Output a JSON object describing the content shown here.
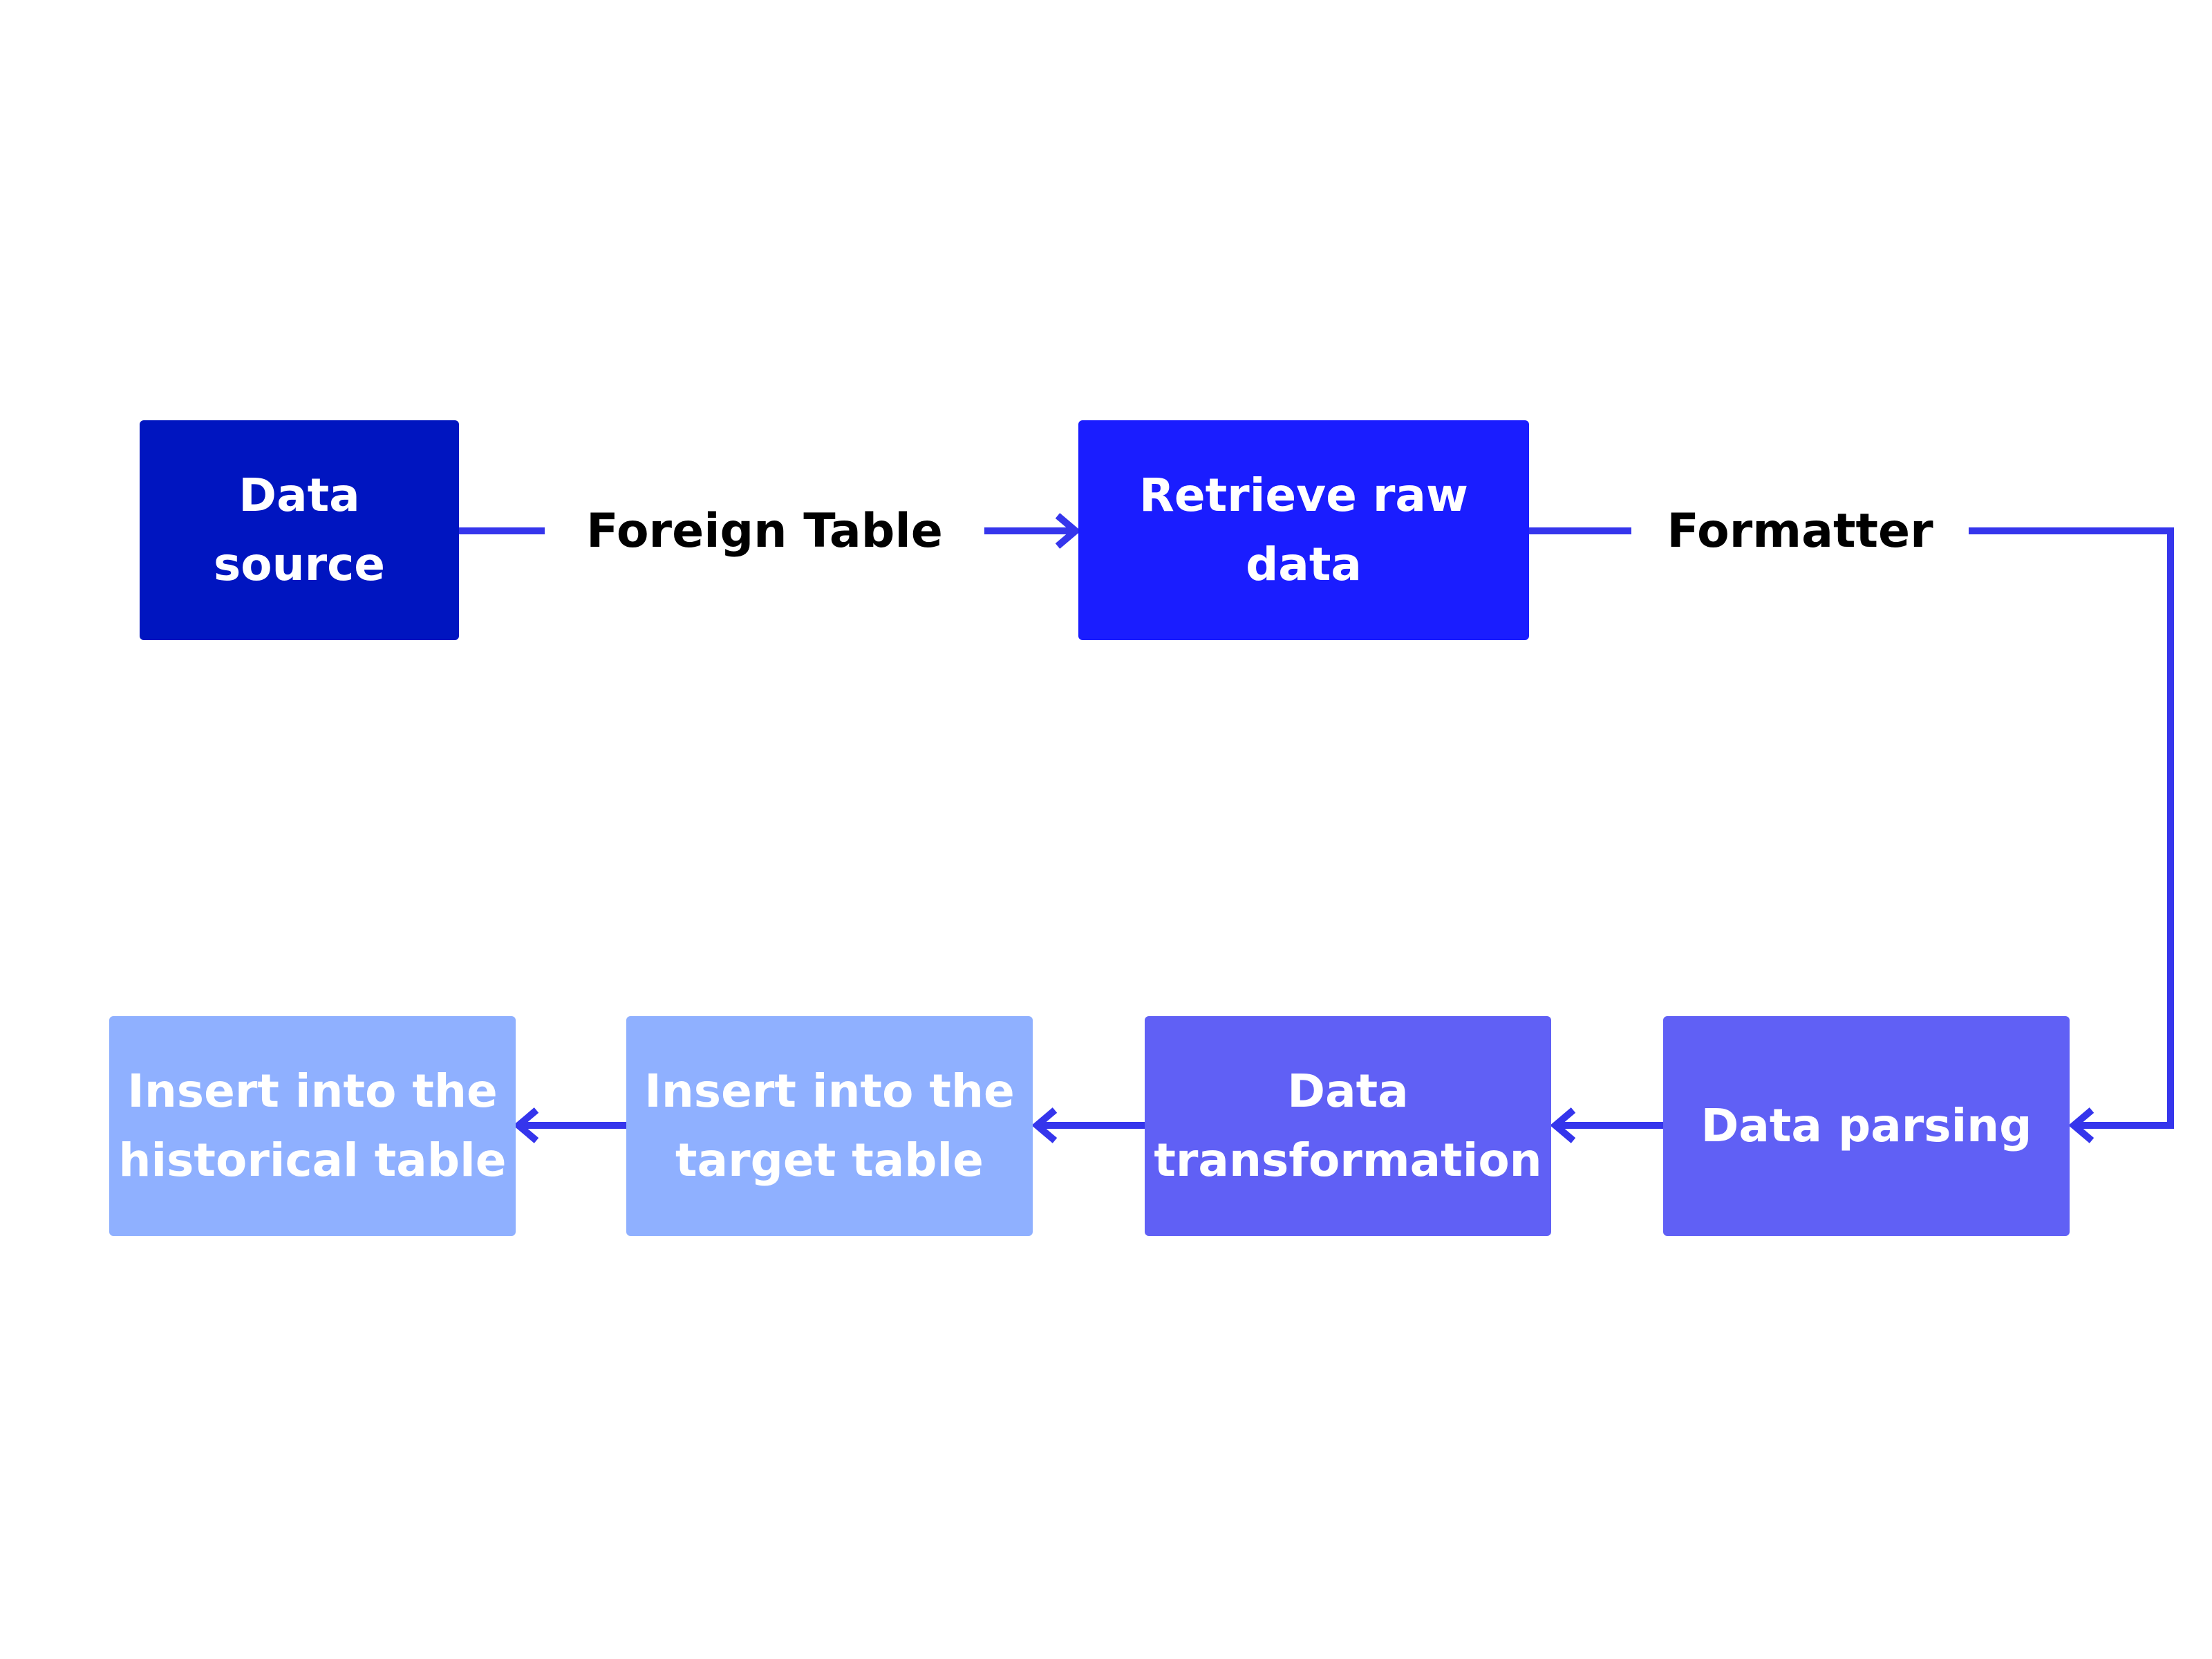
{
  "colors": {
    "connector": "#3535ec",
    "source_box": "#0015c0",
    "retrieve_box": "#1a1dff",
    "process_box": "#6060f5",
    "insert_box": "#8fb0ff",
    "background": "#ffffff"
  },
  "nodes": {
    "data_source": "Data source",
    "foreign_table": "Foreign Table",
    "retrieve_raw_data": "Retrieve raw data",
    "formatter": "Formatter",
    "data_parsing": "Data parsing",
    "data_transformation": "Data transformation",
    "insert_target": "Insert into the target table",
    "insert_historical": "Insert into the historical table"
  },
  "flow": [
    "Data source",
    "Foreign Table",
    "Retrieve raw data",
    "Formatter",
    "Data parsing",
    "Data transformation",
    "Insert into the target table",
    "Insert into the historical table"
  ]
}
